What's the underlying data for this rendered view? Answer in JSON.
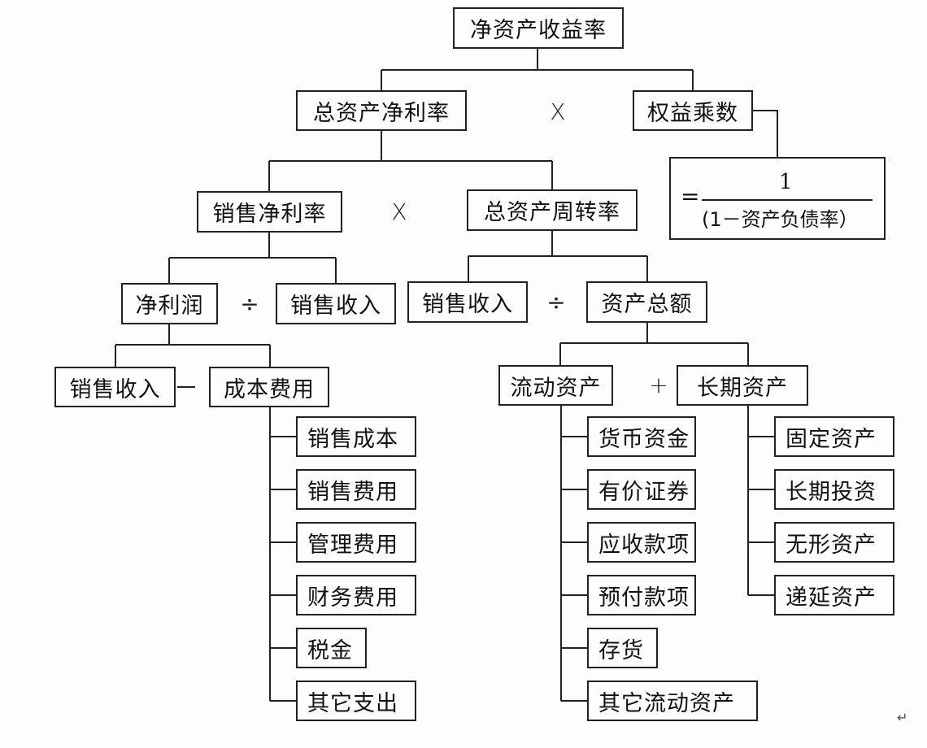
{
  "diagram": {
    "root": "净资产收益率",
    "level1": {
      "left": "总资产净利率",
      "operator": "X",
      "right": "权益乘数",
      "formula": {
        "equals": "=",
        "numerator": "1",
        "denominator": "(1－资产负债率）"
      }
    },
    "level2": {
      "left": "销售净利率",
      "operator": "X",
      "right": "总资产周转率"
    },
    "level3_left": {
      "left": "净利润",
      "operator": "÷",
      "right": "销售收入"
    },
    "level3_right": {
      "left": "销售收入",
      "operator": "÷",
      "right": "资产总额"
    },
    "level4_left": {
      "left": "销售收入",
      "operator": "—",
      "right": "成本费用",
      "children": [
        "销售成本",
        "销售费用",
        "管理费用",
        "财务费用",
        "税金",
        "其它支出"
      ]
    },
    "level4_right": {
      "left": "流动资产",
      "operator": "+",
      "right": "长期资产",
      "current_children": [
        "货币资金",
        "有价证券",
        "应收款项",
        "预付款项",
        "存货",
        "其它流动资产"
      ],
      "longterm_children": [
        "固定资产",
        "长期投资",
        "无形资产",
        "递延资产"
      ]
    },
    "paragraph_mark": "↵"
  },
  "colors": {
    "line": "#222222",
    "background": "#fdfdfd"
  }
}
